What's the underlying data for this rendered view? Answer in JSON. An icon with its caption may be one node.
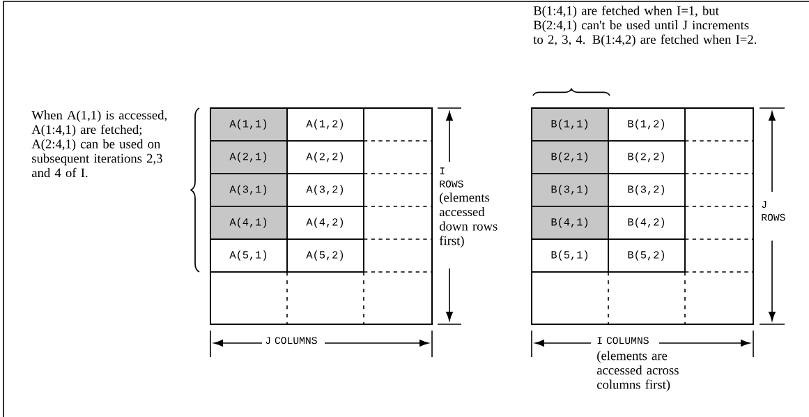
{
  "diagram": {
    "nodes": [
      {
        "text": [
          "A(1,1)"
        ]
      },
      {
        "text": [
          "A(1,2)"
        ]
      },
      {
        "text": [
          "A(2,1)"
        ]
      },
      {
        "text": [
          "A(2,2)"
        ]
      },
      {
        "text": [
          "A(3,1)"
        ]
      },
      {
        "text": [
          "A(3,2)"
        ]
      },
      {
        "text": [
          "A(4,1)"
        ]
      },
      {
        "text": [
          "A(4,2)"
        ]
      },
      {
        "text": [
          "A(5,1)"
        ]
      },
      {
        "text": [
          "A(5,2)"
        ]
      },
      {
        "text": [
          "B(1,1)"
        ]
      },
      {
        "text": [
          "B(1,2)"
        ]
      },
      {
        "text": [
          "B(2,1)"
        ]
      },
      {
        "text": [
          "B(2,2)"
        ]
      },
      {
        "text": [
          "B(3,1)"
        ]
      },
      {
        "text": [
          "B(3,2)"
        ]
      },
      {
        "text": [
          "B(4,1)"
        ]
      },
      {
        "text": [
          "B(4,2)"
        ]
      },
      {
        "text": [
          "B(5,1)"
        ]
      },
      {
        "text": [
          "B(5,2)"
        ]
      }
    ],
    "labels": [
      "B(1:4,1) are fetched when I=1, but B(2:4,1) can't be used until J increments to 2, 3, 4. B(1:4,2) are fetched when I=2.",
      "When A(1,1) is accessed, A(1:4,1) are fetched; A(2:4,1) can be used on subsequent iterations 2,3 and 4 of I.",
      "I ROWS",
      "(elements accessed down rows first)",
      "J ROWS",
      "J COLUMNS",
      "I COLUMNS",
      "(elements are accessed across columns first)"
    ]
  }
}
